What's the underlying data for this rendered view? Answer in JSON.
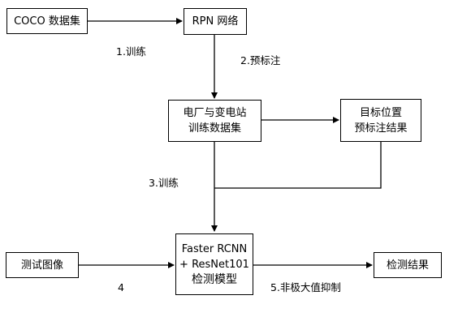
{
  "nodes": {
    "coco": {
      "text": "COCO 数据集"
    },
    "rpn": {
      "text": "RPN 网络"
    },
    "train_set": {
      "line1": "电厂与变电站",
      "line2": "训练数据集"
    },
    "prelabel": {
      "line1": "目标位置",
      "line2": "预标注结果"
    },
    "test_img": {
      "text": "测试图像"
    },
    "model": {
      "line1": "Faster RCNN",
      "line2": "+ ResNet101",
      "line3": "检测模型"
    },
    "result": {
      "text": "检测结果"
    }
  },
  "edge_labels": {
    "train1": "1.训练",
    "prelabel2": "2.预标注",
    "train3": "3.训练",
    "step4": "4",
    "nms5": "5.非极大值抑制"
  },
  "colors": {
    "stroke": "#000000",
    "background": "#ffffff"
  }
}
